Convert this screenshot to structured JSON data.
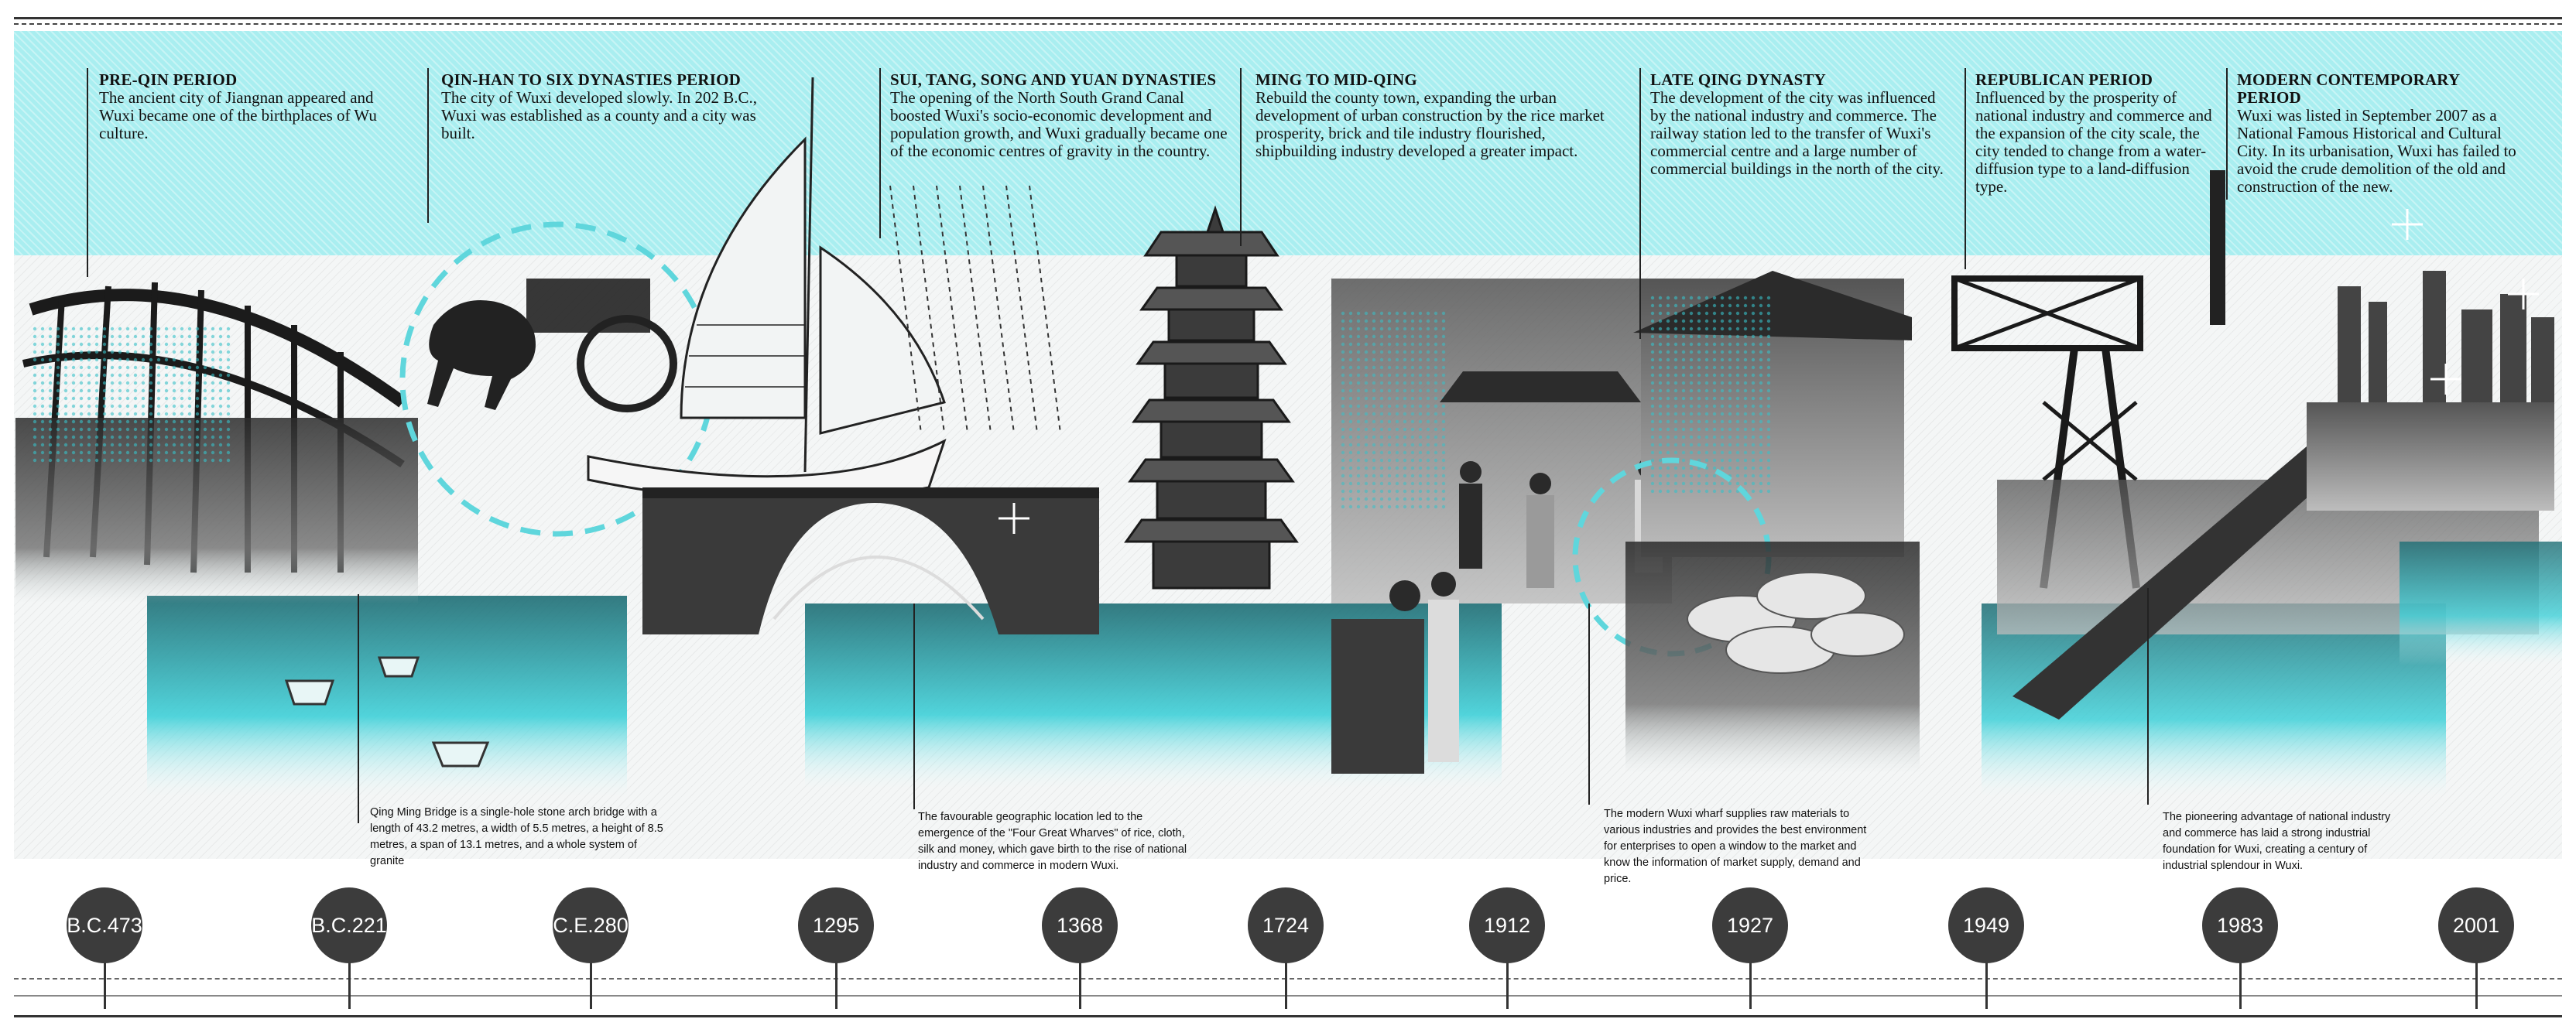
{
  "periods": [
    {
      "title": "PRE-QIN PERIOD",
      "text": "The ancient city of Jiangnan appeared and Wuxi became one of the birthplaces of Wu culture."
    },
    {
      "title": "QIN-HAN TO SIX DYNASTIES PERIOD",
      "text": "The city of Wuxi developed slowly. In 202 B.C., Wuxi was established as a county and a city was built."
    },
    {
      "title": "SUI, TANG, SONG AND YUAN DYNASTIES",
      "text": "The opening of the North South Grand Canal boosted Wuxi's socio-economic development and population growth, and Wuxi gradually became one of the economic centres of gravity in the country."
    },
    {
      "title": "MING TO MID-QING",
      "text": "Rebuild the county town, expanding the urban development of urban construction by the rice market prosperity, brick and tile industry flourished, shipbuilding industry developed a greater impact."
    },
    {
      "title": "LATE QING DYNASTY",
      "text": "The development of the city was influenced by the national industry and commerce. The railway station led to the transfer of Wuxi's commercial centre and a large number of commercial buildings in the north of the city."
    },
    {
      "title": "REPUBLICAN PERIOD",
      "text": "Influenced by the prosperity of national industry and commerce and the expansion of the city scale, the city tended to change from a water-diffusion type to a land-diffusion type."
    },
    {
      "title": "MODERN CONTEMPORARY PERIOD",
      "text": "Wuxi was listed in September 2007 as a National Famous Historical and Cultural City. In its urbanisation, Wuxi has failed to avoid the crude demolition of the old and construction of the new."
    }
  ],
  "notes": [
    "Qing Ming Bridge is a single-hole stone arch bridge with a length of 43.2 metres, a width of 5.5 metres, a height of 8.5 metres, a span of 13.1 metres, and a whole system of granite",
    "The favourable geographic location led to the emergence of the \"Four Great Wharves\" of rice, cloth, silk and money, which gave birth to the rise of national industry and commerce in modern Wuxi.",
    "The modern Wuxi wharf supplies raw materials to various industries and provides the best environment for enterprises to open a window to the market and know the information of market supply, demand and price.",
    "The pioneering advantage of national industry and commerce has laid a strong industrial foundation for Wuxi, creating a century of industrial splendour in Wuxi."
  ],
  "years": [
    "B.C.473",
    "B.C.221",
    "C.E.280",
    "1295",
    "1368",
    "1724",
    "1912",
    "1927",
    "1949",
    "1983",
    "2001"
  ],
  "colors": {
    "accent": "#a9eef0",
    "teal": "#3fc9d0",
    "dark": "#3c3c3c"
  }
}
